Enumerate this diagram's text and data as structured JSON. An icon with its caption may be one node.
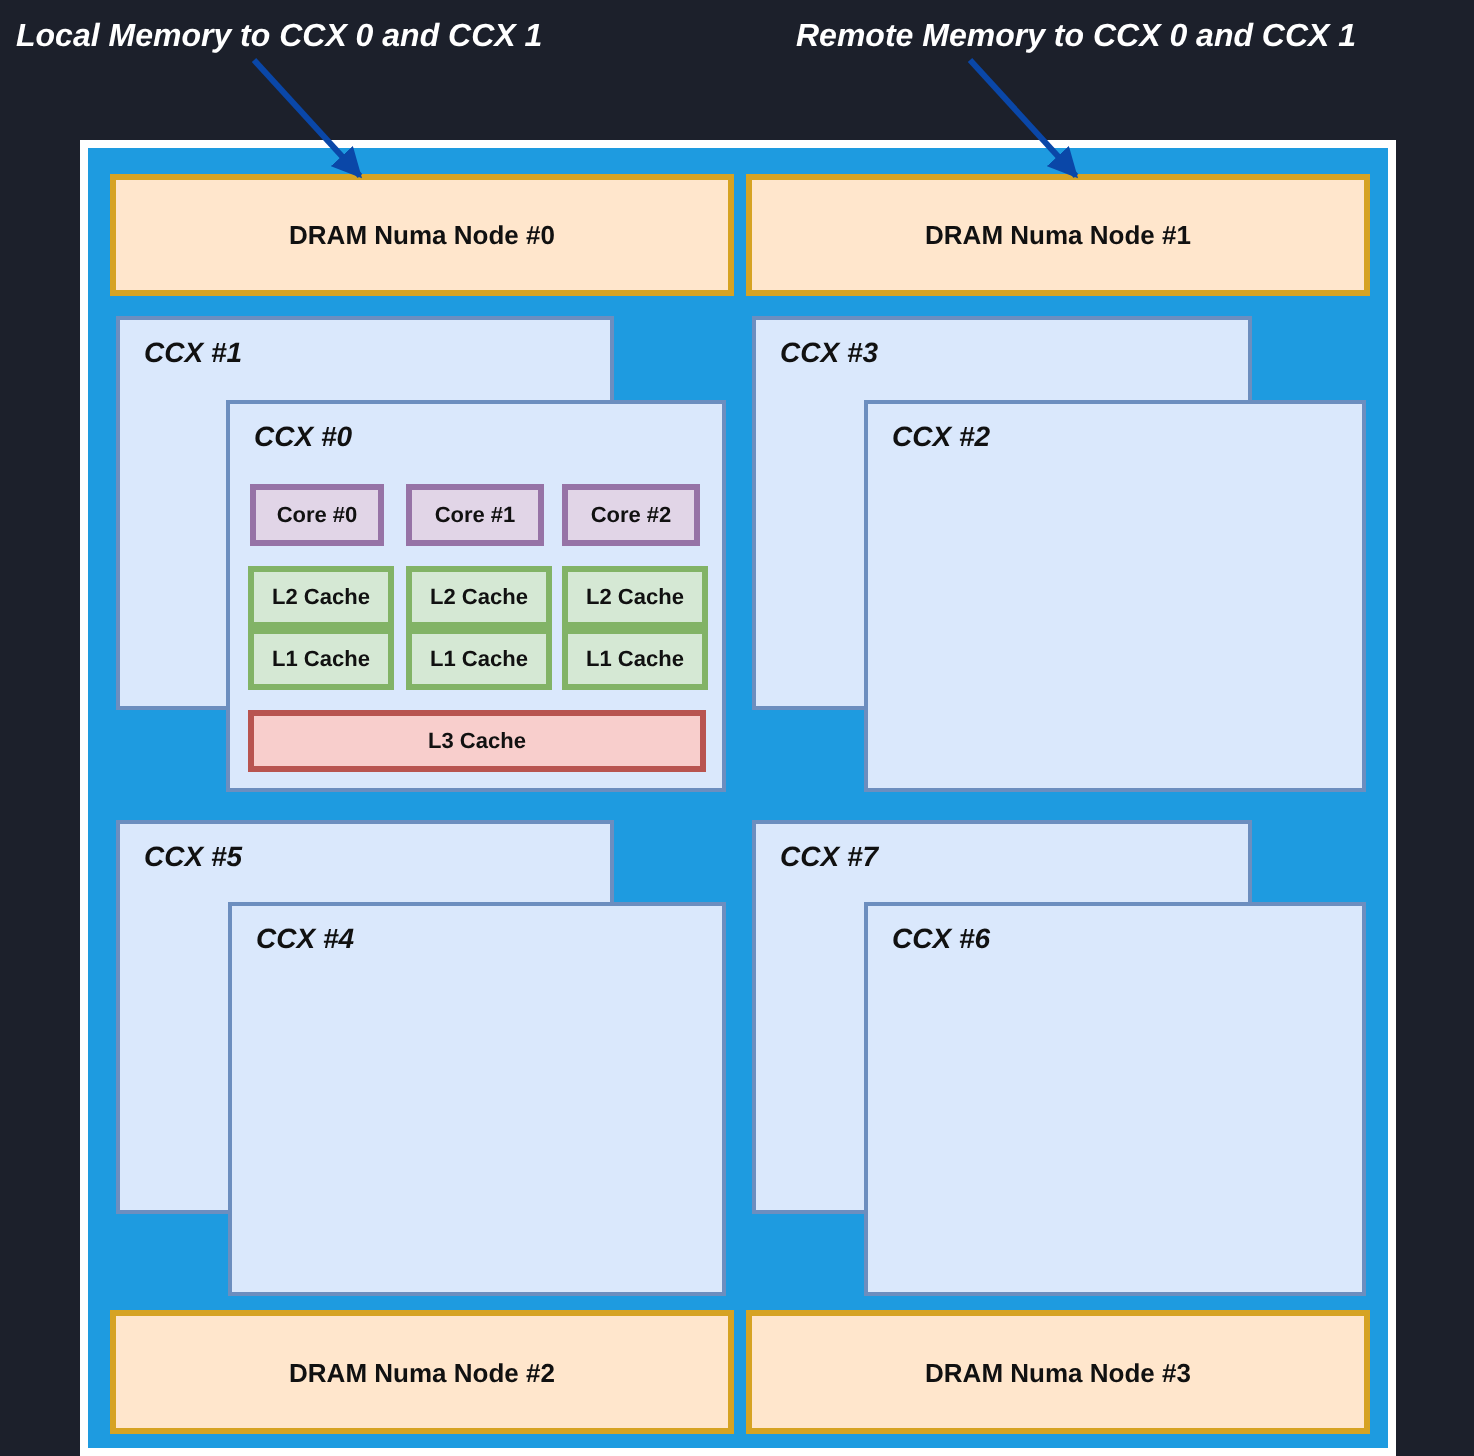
{
  "diagram": {
    "nodes": [
      {
        "text": [
          "Local Memory to CCX 0 and CCX 1"
        ]
      },
      {
        "text": [
          "Remote Memory to CCX 0 and CCX 1"
        ]
      },
      {
        "text": [],
        "shape": "box"
      },
      {
        "text": [
          "DRAM Numa Node #0"
        ],
        "in": 2
      },
      {
        "text": [
          "DRAM Numa Node #1"
        ],
        "in": 2
      },
      {
        "text": [
          "CCX #1"
        ],
        "in": 2
      },
      {
        "text": [
          "CCX #0"
        ],
        "in": 2
      },
      {
        "text": [
          "Core #0"
        ],
        "in": 6
      },
      {
        "text": [
          "Core #1"
        ],
        "in": 6
      },
      {
        "text": [
          "Core #2"
        ],
        "in": 6
      },
      {
        "text": [
          "L2 Cache"
        ],
        "in": 6
      },
      {
        "text": [
          "L2 Cache"
        ],
        "in": 6
      },
      {
        "text": [
          "L2 Cache"
        ],
        "in": 6
      },
      {
        "text": [
          "L1 Cache"
        ],
        "in": 6
      },
      {
        "text": [
          "L1 Cache"
        ],
        "in": 6
      },
      {
        "text": [
          "L1 Cache"
        ],
        "in": 6
      },
      {
        "text": [
          "L3 Cache"
        ],
        "in": 6
      },
      {
        "text": [
          "CCX #3"
        ],
        "in": 2
      },
      {
        "text": [
          "CCX #2"
        ],
        "in": 2
      },
      {
        "text": [
          "CCX #5"
        ],
        "in": 2
      },
      {
        "text": [
          "CCX #4"
        ],
        "in": 2
      },
      {
        "text": [
          "CCX #7"
        ],
        "in": 2
      },
      {
        "text": [
          "CCX #6"
        ],
        "in": 2
      },
      {
        "text": [
          "DRAM Numa Node #2"
        ],
        "in": 2
      },
      {
        "text": [
          "DRAM Numa Node #3"
        ],
        "in": 2
      }
    ],
    "edges": [
      {
        "from": 0,
        "to": 3,
        "arrow": "to"
      },
      {
        "from": 1,
        "to": 4,
        "arrow": "to"
      }
    ]
  }
}
